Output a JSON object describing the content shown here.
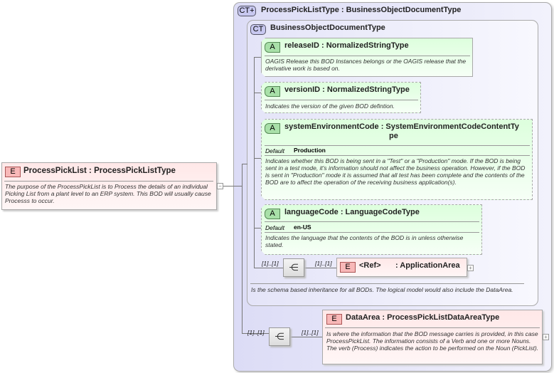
{
  "root": {
    "badge": "E",
    "title": "ProcessPickList : ProcessPickListType",
    "description": "The purpose of the ProcessPickList is to Process the details of an individual Picking List from a plant level to an ERP system. This BOD will usually cause Processs to occur.",
    "collapse": "−"
  },
  "outer": {
    "badge": "CT+",
    "title": "ProcessPickListType : BusinessObjectDocumentType"
  },
  "inner": {
    "badge": "CT",
    "title": "BusinessObjectDocumentType",
    "description": "Is the schema based inheritance for all BODs. The logical model would also include the DataArea."
  },
  "attributes": [
    {
      "badge": "A",
      "title": "releaseID : NormalizedStringType",
      "description": "OAGIS Release this BOD Instances belongs or the OAGIS release that the derivative work is based on."
    },
    {
      "badge": "A",
      "title": "versionID : NormalizedStringType",
      "description": "Indicates the version of the given BOD defintion."
    },
    {
      "badge": "A",
      "title": "systemEnvironmentCode : SystemEnvironmentCodeContentTy",
      "title2": "pe",
      "default_label": "Default",
      "default_value": "Production",
      "description": "Indicates whether this BOD is being sent in a \"Test\" or a \"Production\" mode. If the BOD is being sent in a test mode, it's information should not affect the business operation. However, if the BOD is sent in \"Production\" mode it is assumed that all test has been complete and the contents of the BOD are to affect the operation of the receiving business application(s)."
    },
    {
      "badge": "A",
      "title": "languageCode : LanguageCodeType",
      "default_label": "Default",
      "default_value": "en-US",
      "description": "Indicates the language that the contents of the BOD is in unless otherwise stated."
    }
  ],
  "seq1": {
    "card_in": "[1]..[1]",
    "card_out": "[1]..[1]",
    "icon": "sequence-icon"
  },
  "appArea": {
    "badge": "E",
    "ref": "<Ref>",
    "title": ": ApplicationArea",
    "expand": "+"
  },
  "seq2": {
    "card_in": "[1]..[1]",
    "card_out": "[1]..[1]",
    "icon": "sequence-icon"
  },
  "dataArea": {
    "badge": "E",
    "title": "DataArea : ProcessPickListDataAreaType",
    "description": "Is where the information that the BOD message carries is provided, in this case ProcessPickList. The information consists of a Verb and one or more Nouns. The verb (Process) indicates the action to be performed on the Noun (PickList).",
    "expand": "+"
  },
  "colors": {
    "element": "#ffe8e8",
    "attribute": "#ddffdd",
    "complexType": "#e6e6fa"
  }
}
